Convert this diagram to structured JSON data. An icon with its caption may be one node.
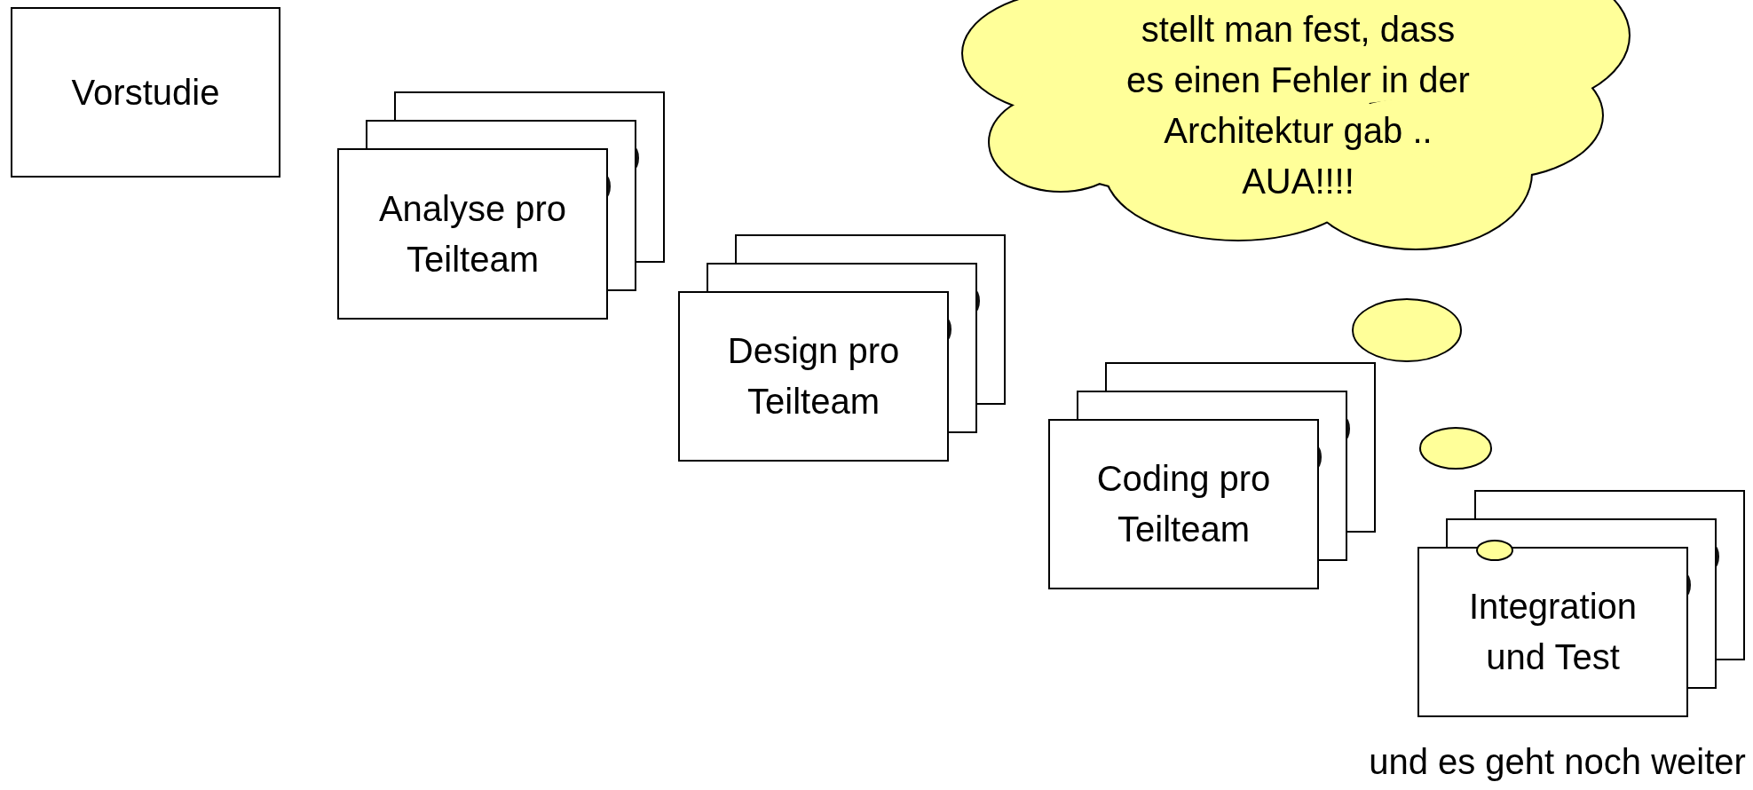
{
  "diagram": {
    "nodes": [
      {
        "text": [
          "Vorstudie"
        ]
      },
      {
        "text": [
          "Analyse pro Teilteam"
        ]
      },
      {
        "text": [
          "Design pro Teilteam"
        ]
      },
      {
        "text": [
          "Coding pro Teilteam"
        ]
      },
      {
        "text": [
          "Integration und Test"
        ],
        "beside": [
          "und es geht noch weiter"
        ]
      },
      {
        "text": [
          "stellt man fest, dass es einen Fehler in der Architektur gab .. AUA!!!!"
        ]
      },
      {
        "text": [],
        "shape": "ellipse"
      },
      {
        "text": [],
        "shape": "ellipse"
      },
      {
        "text": [],
        "shape": "ellipse"
      }
    ]
  }
}
